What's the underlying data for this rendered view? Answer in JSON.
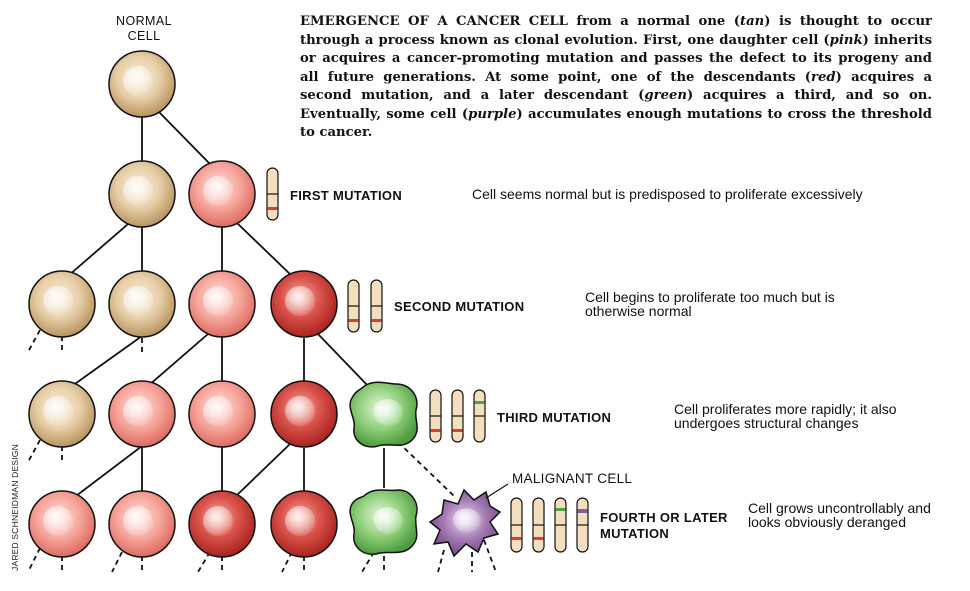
{
  "caption": {
    "lead": "EMERGENCE OF A CANCER CELL",
    "p1": " from a normal one (",
    "c_tan": "tan",
    "p2": ") is thought to occur through a process known as clonal evolution. First, one daughter cell (",
    "c_pink": "pink",
    "p3": ") inherits or acquires a cancer-promoting mutation and passes the defect to its progeny and all future generations. At some point, one of the descendants (",
    "c_red": "red",
    "p4": ") acquires a second mutation, and a later descendant (",
    "c_green": "green",
    "p5": ") acquires a third, and so on. Eventually, some cell (",
    "c_purple": "purple",
    "p6": ") accumulates enough mutations to cross the threshold to cancer."
  },
  "normal_cell_label": "NORMAL\nCELL",
  "stages": [
    {
      "mutation": "FIRST MUTATION",
      "description": "Cell seems normal but is predisposed to proliferate excessively"
    },
    {
      "mutation": "SECOND MUTATION",
      "description": "Cell begins to proliferate too much but is otherwise normal"
    },
    {
      "mutation": "THIRD MUTATION",
      "description": "Cell proliferates more rapidly; it also undergoes structural changes"
    },
    {
      "mutation": "FOURTH OR LATER MUTATION",
      "description": "Cell grows uncontrollably and looks obviously deranged"
    }
  ],
  "malignant_label": "MALIGNANT CELL",
  "credit": "JARED SCHNEIDMAN DESIGN",
  "colors": {
    "tan": "#dcbf94",
    "pink": "#f5a198",
    "red": "#d63f3c",
    "green": "#7fc56a",
    "purple": "#8a5a9e",
    "chromosome": "#f3dfbd"
  }
}
